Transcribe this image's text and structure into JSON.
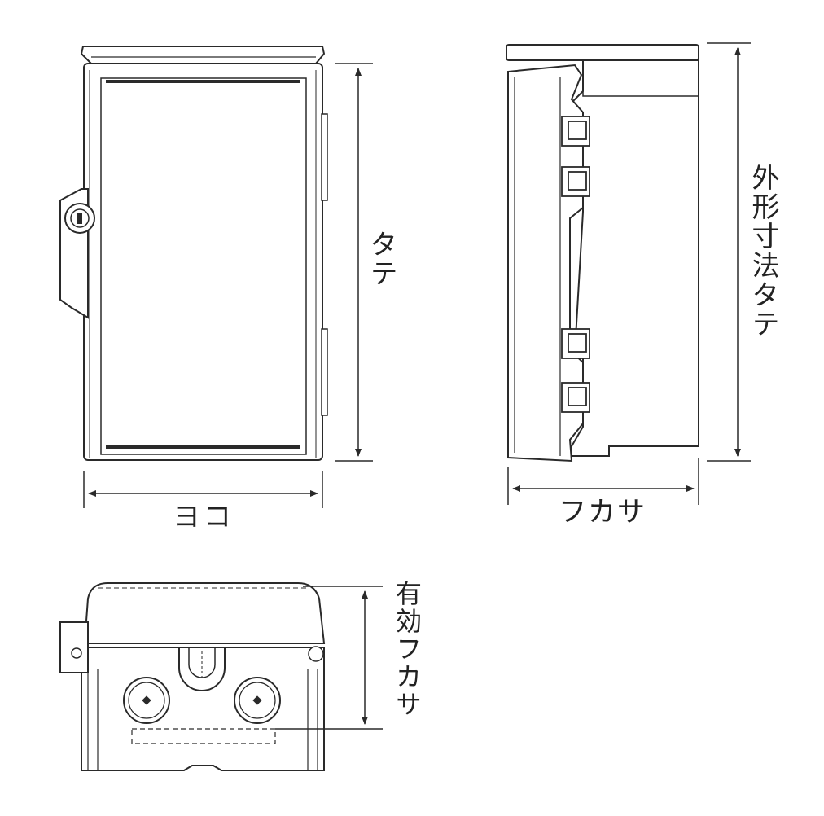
{
  "labels": {
    "height": "タテ",
    "width": "ヨコ",
    "depth": "フカサ",
    "outer_height": "外形寸法タテ",
    "effective_depth": "有効フカサ"
  },
  "colors": {
    "line": "#2a2a2a",
    "fill": "#ffffff",
    "shade": "#f4f4f4"
  }
}
